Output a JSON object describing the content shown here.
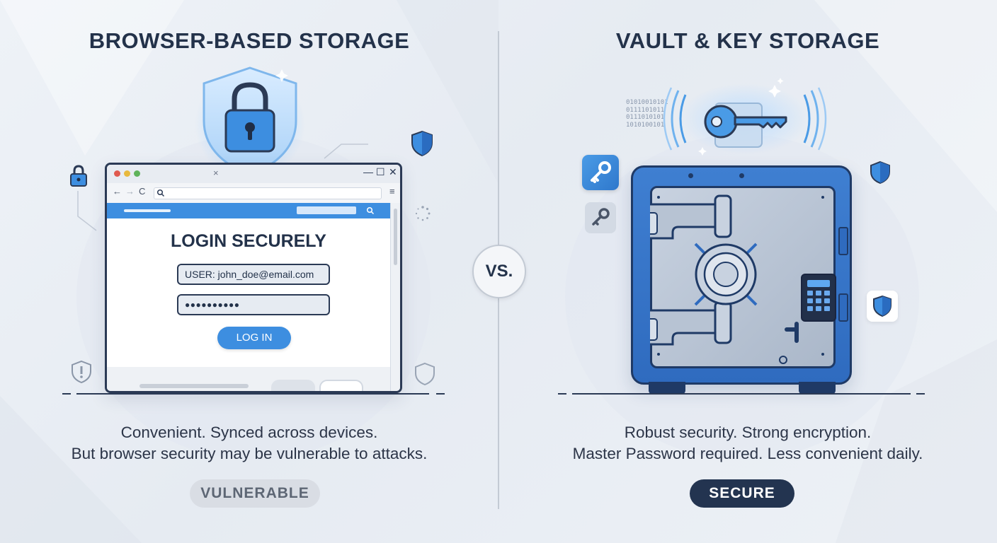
{
  "left": {
    "title": "BROWSER-BASED STORAGE",
    "browser": {
      "tab_close": "×",
      "window_controls": [
        "—",
        "☐",
        "✕"
      ],
      "nav": [
        "←",
        "→",
        "C"
      ],
      "menu": "≡",
      "login_title": "LOGIN SECURELY",
      "username_value": "USER: john_doe@email.com",
      "password_mask": "●●●●●●●●●●",
      "login_button": "LOG IN"
    },
    "description": [
      "Convenient. Synced across devices.",
      "But browser security may be vulnerable to attacks."
    ],
    "badge": "VULNERABLE"
  },
  "vs_label": "VS.",
  "right": {
    "title": "VAULT & KEY STORAGE",
    "binary_text": "01010010101\n0111101011\n0111010101\n1010100101",
    "description": [
      "Robust security. Strong encryption.",
      "Master Password required. Less convenient daily."
    ],
    "badge": "SECURE"
  },
  "icons": {
    "left": [
      "padlock-shield-icon",
      "small-lock-icon",
      "shield-icon",
      "warning-shield-icon",
      "shield-outline-icon",
      "loading-spinner-icon"
    ],
    "right": [
      "key-icon",
      "key-app-icon",
      "key-tile-icon",
      "shield-icon",
      "shield-tile-icon",
      "sparkle-icon"
    ]
  },
  "colors": {
    "accent_blue": "#3d8ee0",
    "navy": "#23324a",
    "badge_vulnerable_bg": "#d9dde4",
    "badge_secure_bg": "#233450"
  }
}
